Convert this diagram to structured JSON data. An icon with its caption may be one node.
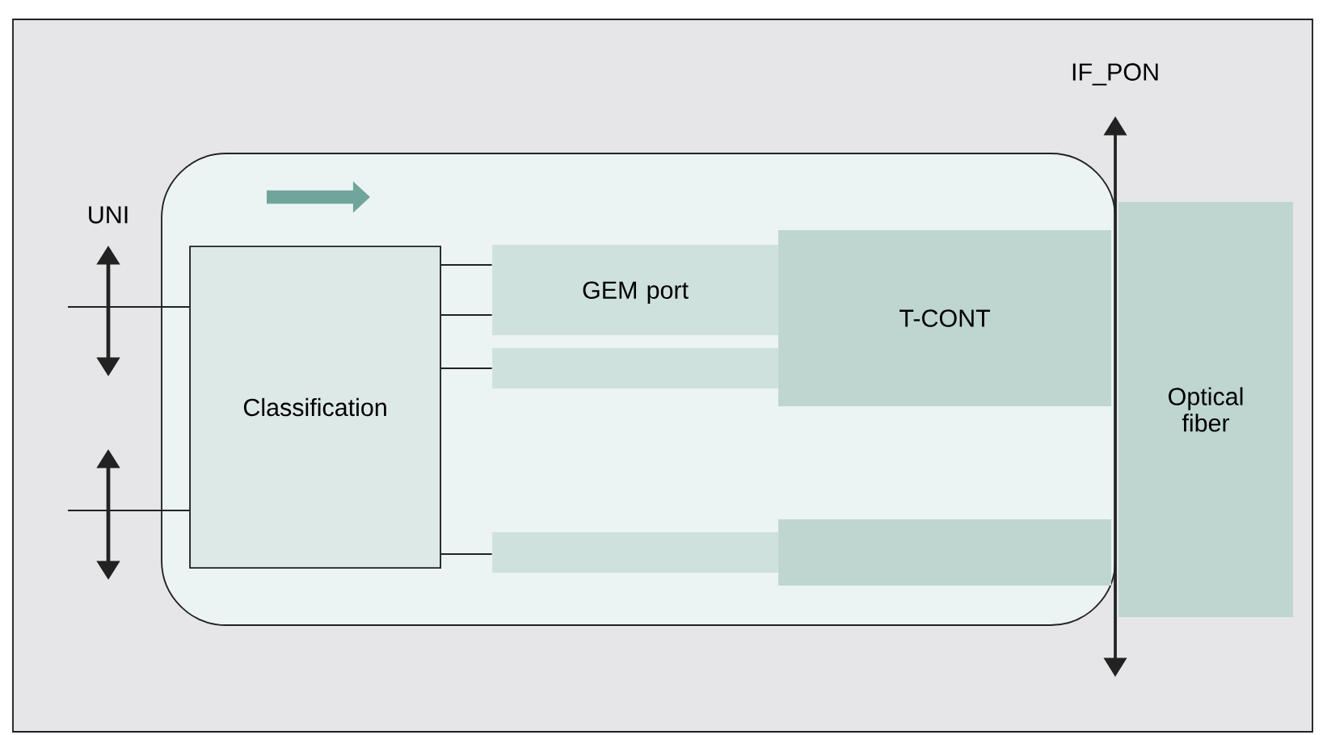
{
  "diagram": {
    "nodes": [
      {
        "text": [],
        "shape": "box"
      },
      {
        "text": [
          "Classification"
        ],
        "in": 0
      },
      {
        "text": [
          "GEM port"
        ],
        "in": 0
      },
      {
        "text": [],
        "shape": "bar",
        "in": 0
      },
      {
        "text": [],
        "shape": "bar",
        "in": 0
      },
      {
        "text": [
          "T-CONT"
        ],
        "in": 0
      },
      {
        "text": [],
        "shape": "bar",
        "in": 0
      },
      {
        "text": [
          "Optical fiber"
        ]
      }
    ],
    "edges": [
      {
        "from": 1,
        "to": 2,
        "arrow": "none"
      },
      {
        "from": 1,
        "to": 2,
        "arrow": "none"
      },
      {
        "from": 1,
        "to": 3,
        "arrow": "none"
      },
      {
        "from": 1,
        "to": 4,
        "arrow": "none"
      },
      {
        "from": null,
        "to": 1,
        "arrow": "none"
      },
      {
        "from": null,
        "to": 1,
        "arrow": "none"
      }
    ],
    "labels": [
      "UNI",
      "IF_PON"
    ]
  }
}
